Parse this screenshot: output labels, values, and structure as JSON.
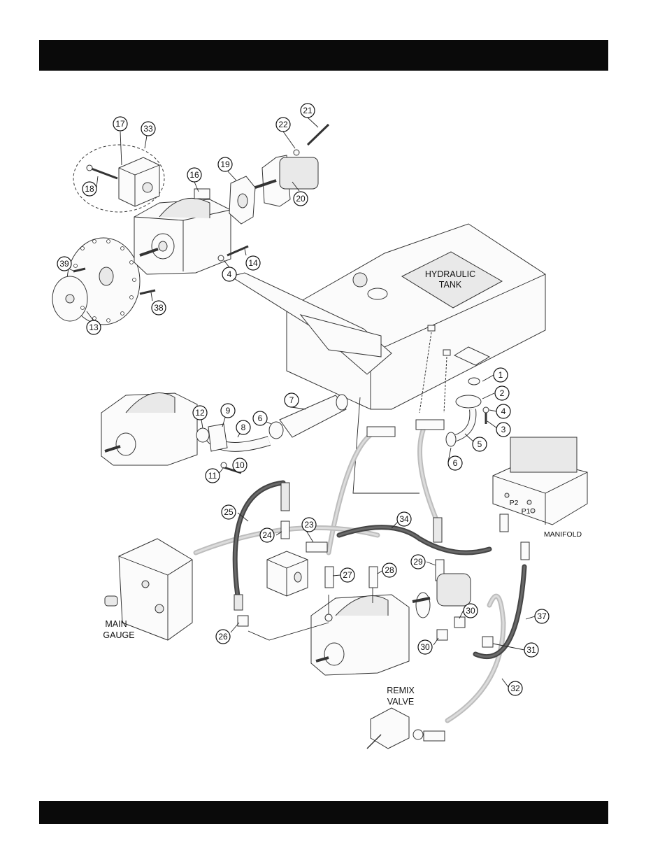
{
  "header_bar": {
    "text": ""
  },
  "footer_bar": {
    "text": ""
  },
  "labels": {
    "hydraulic_tank": [
      "HYDRAULIC",
      "TANK"
    ],
    "manifold": "MANIFOLD",
    "main_gauge": [
      "MAIN",
      "GAUGE"
    ],
    "remix_valve": [
      "REMIX",
      "VALVE"
    ],
    "manifold_ports": [
      "P2",
      "P1"
    ]
  },
  "callouts": [
    {
      "id": "c17",
      "n": "17"
    },
    {
      "id": "c33",
      "n": "33"
    },
    {
      "id": "c22",
      "n": "22"
    },
    {
      "id": "c21",
      "n": "21"
    },
    {
      "id": "c16",
      "n": "16"
    },
    {
      "id": "c19",
      "n": "19"
    },
    {
      "id": "c18",
      "n": "18"
    },
    {
      "id": "c20",
      "n": "20"
    },
    {
      "id": "c39",
      "n": "39"
    },
    {
      "id": "c14",
      "n": "14"
    },
    {
      "id": "c4a",
      "n": "4"
    },
    {
      "id": "c38",
      "n": "38"
    },
    {
      "id": "c13",
      "n": "13"
    },
    {
      "id": "c1",
      "n": "1"
    },
    {
      "id": "c2",
      "n": "2"
    },
    {
      "id": "c7",
      "n": "7"
    },
    {
      "id": "c4b",
      "n": "4"
    },
    {
      "id": "c12",
      "n": "12"
    },
    {
      "id": "c9",
      "n": "9"
    },
    {
      "id": "c6a",
      "n": "6"
    },
    {
      "id": "c8",
      "n": "8"
    },
    {
      "id": "c3",
      "n": "3"
    },
    {
      "id": "c5",
      "n": "5"
    },
    {
      "id": "c6b",
      "n": "6"
    },
    {
      "id": "c10",
      "n": "10"
    },
    {
      "id": "c11",
      "n": "11"
    },
    {
      "id": "c25",
      "n": "25"
    },
    {
      "id": "c34",
      "n": "34"
    },
    {
      "id": "c23",
      "n": "23"
    },
    {
      "id": "c24",
      "n": "24"
    },
    {
      "id": "c29",
      "n": "29"
    },
    {
      "id": "c27",
      "n": "27"
    },
    {
      "id": "c28",
      "n": "28"
    },
    {
      "id": "c30a",
      "n": "30"
    },
    {
      "id": "c37",
      "n": "37"
    },
    {
      "id": "c26",
      "n": "26"
    },
    {
      "id": "c30b",
      "n": "30"
    },
    {
      "id": "c31",
      "n": "31"
    },
    {
      "id": "c32",
      "n": "32"
    }
  ]
}
